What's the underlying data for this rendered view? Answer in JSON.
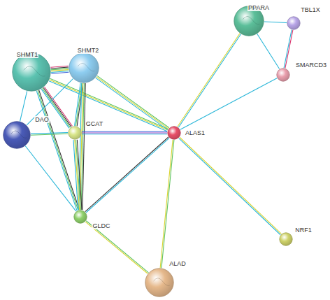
{
  "diagram": {
    "nodes": [
      {
        "text": [
          "PPARA"
        ]
      },
      {
        "text": [
          "TBL1X"
        ]
      },
      {
        "text": [
          "SHMT1"
        ]
      },
      {
        "text": [
          "SHMT2"
        ]
      },
      {
        "text": [
          "SMARCD3"
        ]
      },
      {
        "text": [
          "DAO"
        ]
      },
      {
        "text": [
          "GCAT"
        ]
      },
      {
        "text": [
          "ALAS1"
        ]
      },
      {
        "text": [
          "GLDC"
        ]
      },
      {
        "text": [
          "NRF1"
        ]
      },
      {
        "text": [
          "ALAD"
        ]
      }
    ],
    "edges": [
      {
        "from": 2,
        "to": 3,
        "arrow": "none"
      },
      {
        "from": 2,
        "to": 5,
        "arrow": "none"
      },
      {
        "from": 2,
        "to": 6,
        "arrow": "none"
      },
      {
        "from": 2,
        "to": 8,
        "arrow": "none"
      },
      {
        "from": 2,
        "to": 7,
        "arrow": "none"
      },
      {
        "from": 3,
        "to": 6,
        "arrow": "none"
      },
      {
        "from": 3,
        "to": 8,
        "arrow": "none"
      },
      {
        "from": 3,
        "to": 7,
        "arrow": "none"
      },
      {
        "from": 3,
        "to": 5,
        "arrow": "none"
      },
      {
        "from": 5,
        "to": 6,
        "arrow": "none"
      },
      {
        "from": 5,
        "to": 8,
        "arrow": "none"
      },
      {
        "from": 6,
        "to": 8,
        "arrow": "none"
      },
      {
        "from": 6,
        "to": 7,
        "arrow": "none"
      },
      {
        "from": 8,
        "to": 7,
        "arrow": "none"
      },
      {
        "from": 8,
        "to": 10,
        "arrow": "none"
      },
      {
        "from": 7,
        "to": 10,
        "arrow": "none"
      },
      {
        "from": 7,
        "to": 9,
        "arrow": "none"
      },
      {
        "from": 7,
        "to": 0,
        "arrow": "none"
      },
      {
        "from": 7,
        "to": 4,
        "arrow": "none"
      },
      {
        "from": 0,
        "to": 1,
        "arrow": "none"
      },
      {
        "from": 0,
        "to": 4,
        "arrow": "none"
      },
      {
        "from": 1,
        "to": 4,
        "arrow": "none"
      }
    ]
  }
}
